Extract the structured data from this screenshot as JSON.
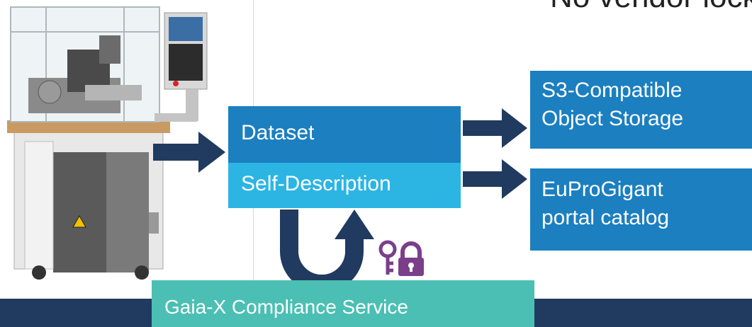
{
  "header": {
    "title": "No vendor lock"
  },
  "boxes": {
    "dataset": "Dataset",
    "self_description": "Self-Description",
    "storage_line1": "S3-Compatible",
    "storage_line2": "Object Storage",
    "catalog_line1": "EuProGigant",
    "catalog_line2": "portal catalog",
    "compliance": "Gaia-X Compliance Service"
  },
  "icons": [
    "machine-image",
    "arrow-right-icon",
    "u-turn-arrow-icon",
    "key-icon",
    "lock-icon"
  ],
  "colors": {
    "dark_blue": "#1b7fc0",
    "light_blue": "#2cb5e3",
    "teal": "#4bbfb3",
    "navy": "#213a5f",
    "purple": "#7b3f8a"
  }
}
